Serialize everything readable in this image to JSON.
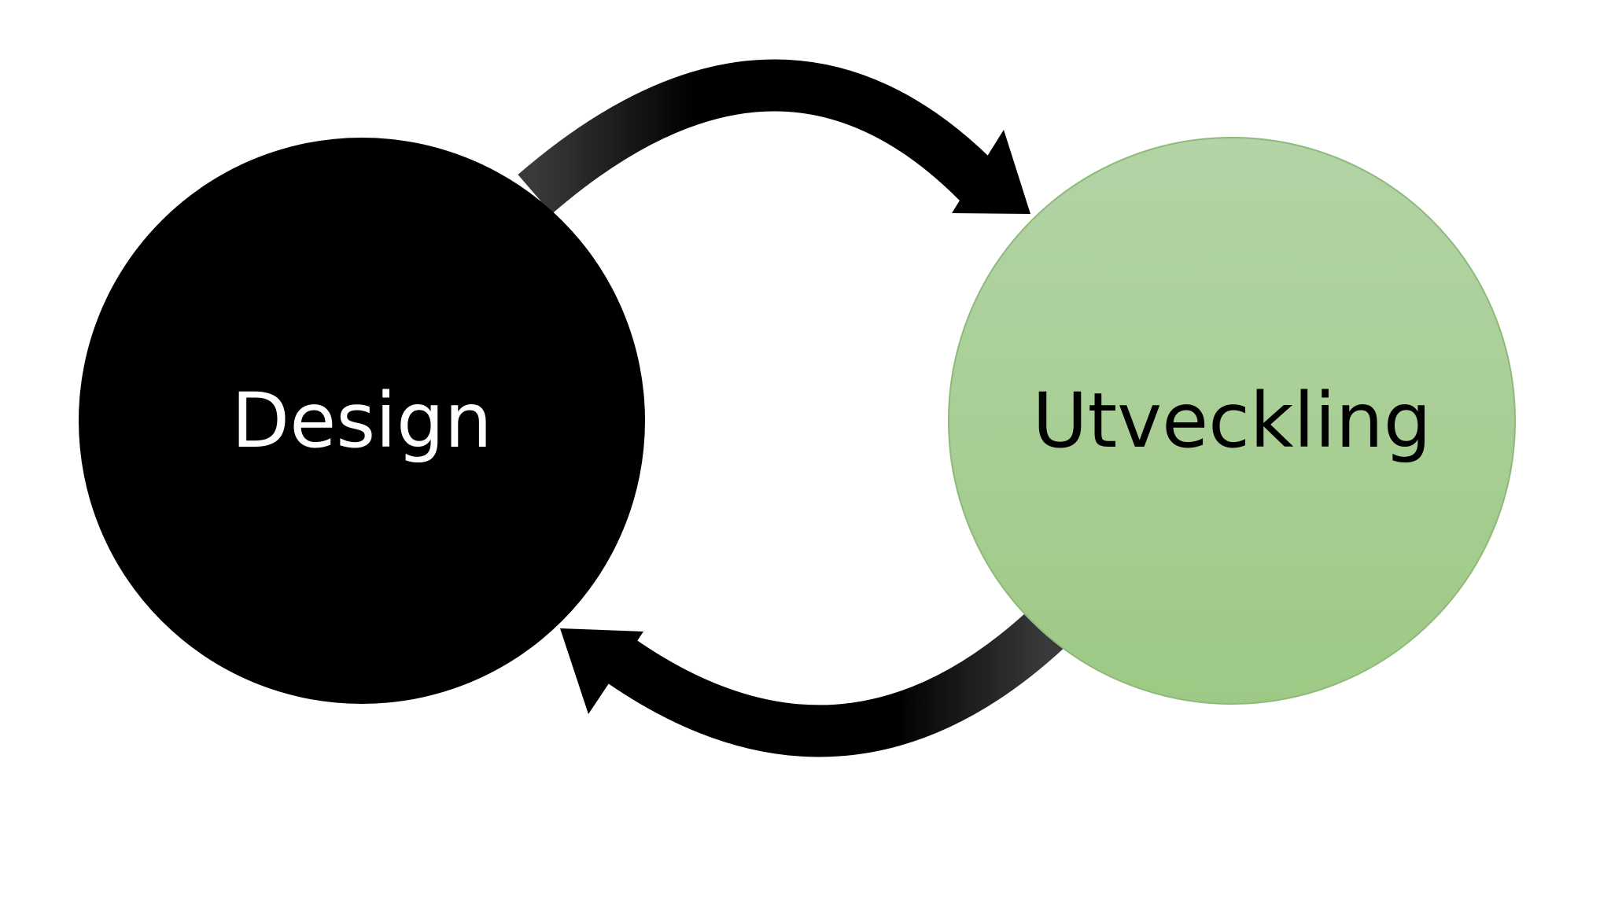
{
  "diagram": {
    "nodes": [
      {
        "id": "design",
        "label": "Design",
        "fill": "#000000",
        "text_color": "#ffffff"
      },
      {
        "id": "utveckling",
        "label": "Utveckling",
        "fill_top": "#b3d4a6",
        "fill_bottom": "#9ec985",
        "text_color": "#000000"
      }
    ],
    "edges": [
      {
        "from": "design",
        "to": "utveckling",
        "direction": "clockwise-top"
      },
      {
        "from": "utveckling",
        "to": "design",
        "direction": "clockwise-bottom"
      }
    ],
    "arrow_color": "#000000"
  }
}
